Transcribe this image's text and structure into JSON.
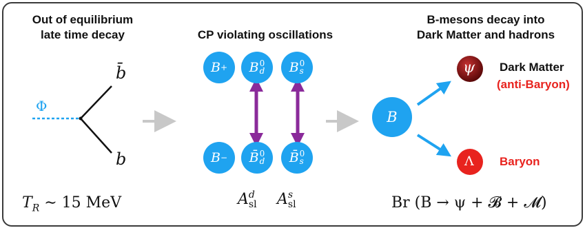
{
  "headings": {
    "left_line1": "Out of equilibrium",
    "left_line2": "late time decay",
    "middle": "CP violating oscillations",
    "right_line1": "B-mesons decay into",
    "right_line2": "Dark Matter and hadrons"
  },
  "decay": {
    "phi_symbol": "Φ",
    "bbar_symbol": "b̄",
    "b_symbol": "b"
  },
  "mesons": {
    "top": [
      {
        "base": "B",
        "sup": "+",
        "sub": ""
      },
      {
        "base": "B",
        "sup": "0",
        "sub": "d"
      },
      {
        "base": "B",
        "sup": "0",
        "sub": "s"
      }
    ],
    "bottom": [
      {
        "base": "B",
        "sup": "−",
        "sub": ""
      },
      {
        "base": "B̄",
        "sup": "0",
        "sub": "d"
      },
      {
        "base": "B̄",
        "sup": "0",
        "sub": "s"
      }
    ]
  },
  "products": {
    "b_symbol": "B",
    "psi_symbol": "ψ",
    "lambda_symbol": "Λ",
    "dark_matter_label": "Dark Matter",
    "anti_baryon_label": "(anti-Baryon)",
    "baryon_label": "Baryon"
  },
  "formulas": {
    "temperature_lhs": "T",
    "temperature_sub": "R",
    "temperature_rhs": " ∼ 15 MeV",
    "asl_d_sup": "d",
    "asl_s_sup": "s",
    "asl_base": "A",
    "asl_sub": "sl",
    "branching": "Br (B → ψ + 𝓑 + 𝓜)"
  },
  "colors": {
    "meson_blue": "#1fa3f0",
    "arrow_purple": "#8a2a9a",
    "arrow_gray": "#c8c8c8",
    "phi_blue": "#1fa3f0",
    "label_red": "#e8231e",
    "psi_dark_red": "#7a0f0f",
    "lambda_red": "#e8231e"
  }
}
